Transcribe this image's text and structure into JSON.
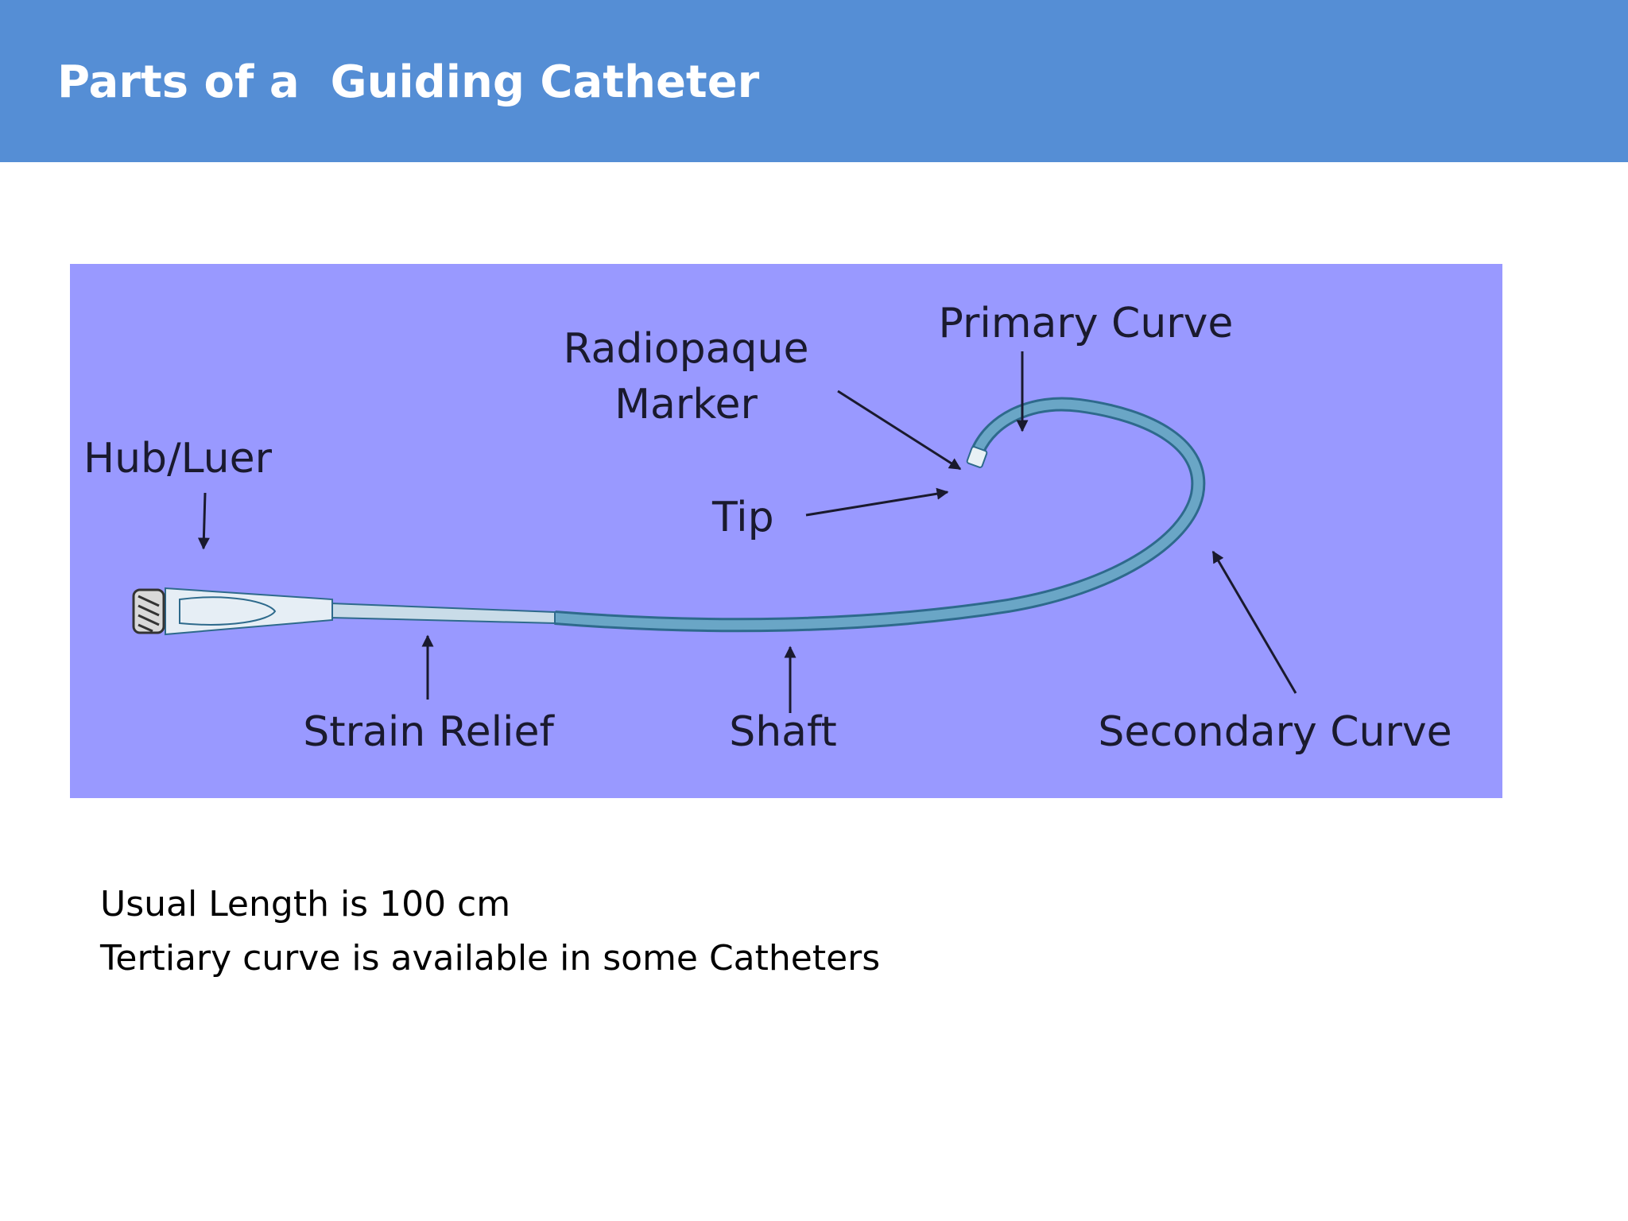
{
  "slide": {
    "title": "Parts of a  Guiding Catheter",
    "bullets": [
      "Usual Length is 100 cm",
      "Tertiary curve is available in some Catheters"
    ]
  },
  "diagram": {
    "background_color": "#9999ff",
    "catheter_color": "#6aa6c6",
    "labels": {
      "radiopaque_line1": "Radiopaque",
      "radiopaque_line2": "Marker",
      "primary_curve": "Primary Curve",
      "hub_luer": "Hub/Luer",
      "tip": "Tip",
      "strain_relief": "Strain Relief",
      "shaft": "Shaft",
      "secondary_curve": "Secondary Curve"
    }
  }
}
